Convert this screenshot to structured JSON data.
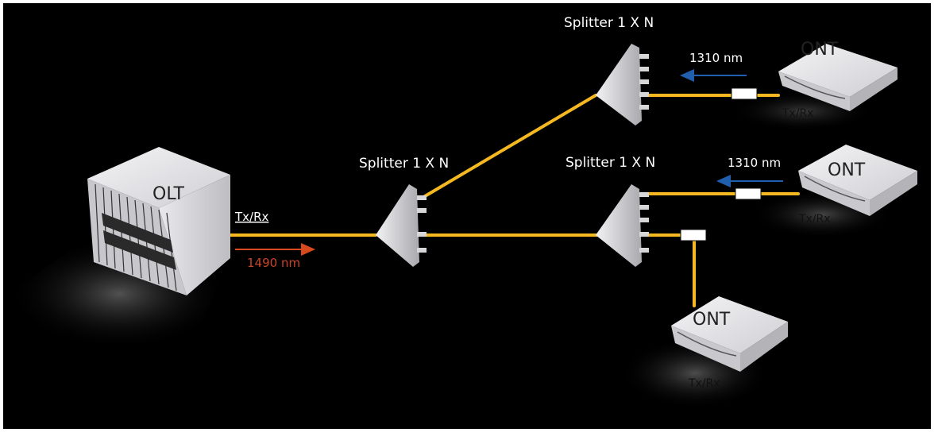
{
  "olt": {
    "label": "OLT",
    "interface_label": "Tx/Rx",
    "downstream_wavelength": "1490 nm"
  },
  "splitters": [
    {
      "label": "Splitter 1 X N"
    },
    {
      "label": "Splitter 1 X N"
    },
    {
      "label": "Splitter 1 X N"
    }
  ],
  "onts": [
    {
      "label": "ONT",
      "interface_label": "Tx/Rx",
      "upstream_wavelength": "1310 nm"
    },
    {
      "label": "ONT",
      "interface_label": "Tx/Rx",
      "upstream_wavelength": "1310 nm"
    },
    {
      "label": "ONT",
      "interface_label": "Tx/Rx"
    }
  ],
  "colors": {
    "background": "#000000",
    "fiber": "#f5b820",
    "downstream_arrow": "#d8491c",
    "upstream_arrow": "#1f5fae",
    "device_body": "#e4e4e6"
  }
}
